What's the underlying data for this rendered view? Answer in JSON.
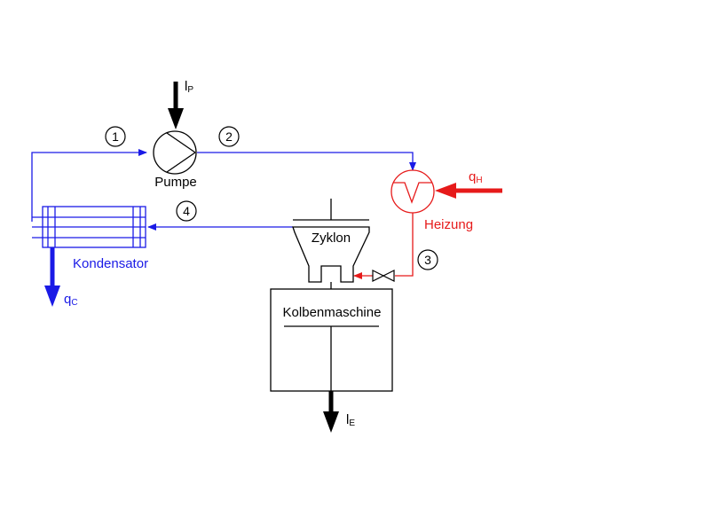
{
  "diagram": {
    "state_points": [
      "1",
      "2",
      "3",
      "4"
    ],
    "components": {
      "pump": "Pumpe",
      "heater": "Heizung",
      "cyclone": "Zyklon",
      "piston_engine": "Kolbenmaschine",
      "condenser": "Kondensator"
    },
    "flows": {
      "pump_work": {
        "symbol": "l",
        "sub": "P"
      },
      "heat_in": {
        "symbol": "q",
        "sub": "H"
      },
      "heat_out": {
        "symbol": "q",
        "sub": "C"
      },
      "engine_work": {
        "symbol": "l",
        "sub": "E"
      }
    },
    "colors": {
      "cold_line": "#1a1ae6",
      "hot_line": "#e61a1a",
      "work": "#000000",
      "heat_in": "#e61a1a",
      "heat_out": "#1a1ae6"
    }
  }
}
